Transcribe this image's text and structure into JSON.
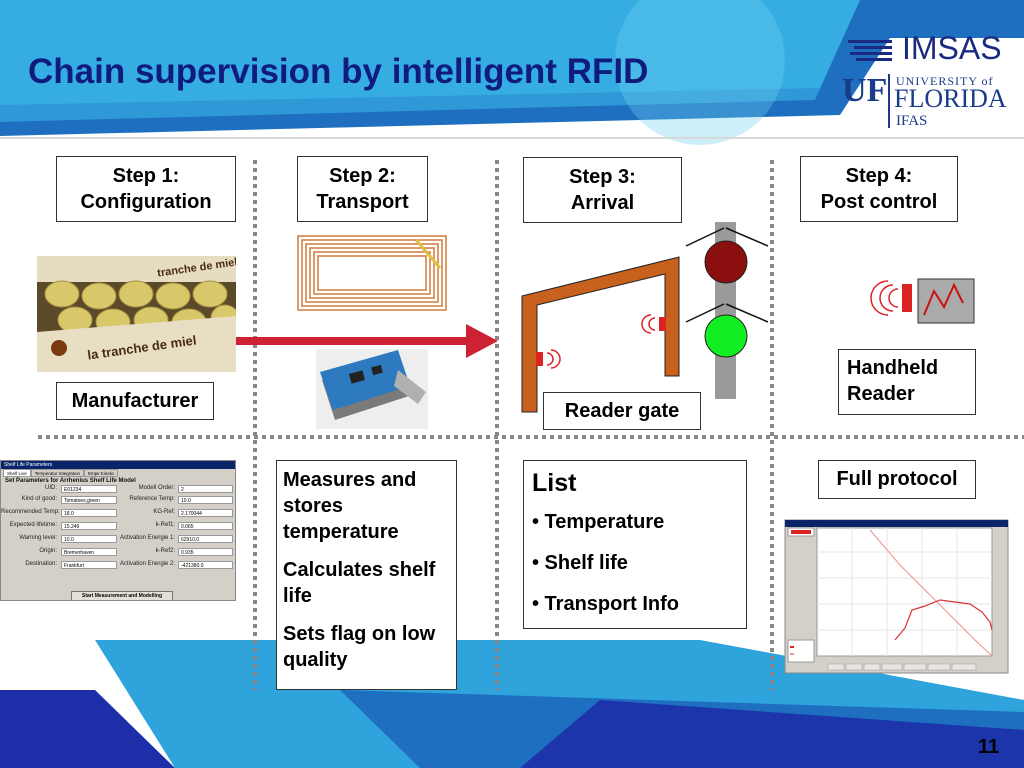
{
  "title": "Chain supervision by intelligent RFID",
  "logo": {
    "imsas": "IMSAS",
    "uf": "UF",
    "university_of": "UNIVERSITY of",
    "florida": "FLORIDA",
    "ifas": "IFAS"
  },
  "steps": [
    {
      "line1": "Step 1:",
      "line2": "Configuration"
    },
    {
      "line1": "Step 2:",
      "line2": "Transport"
    },
    {
      "line1": "Step 3:",
      "line2": "Arrival"
    },
    {
      "line1": "Step 4:",
      "line2": "Post control"
    }
  ],
  "labels": {
    "manufacturer": "Manufacturer",
    "reader_gate": "Reader gate",
    "handheld_line1": "Handheld",
    "handheld_line2": "Reader",
    "full_protocol": "Full protocol"
  },
  "transport_box": {
    "p1": "Measures and stores temperature",
    "p2": "Calculates shelf life",
    "p3": "Sets flag on low quality"
  },
  "arrival_box": {
    "heading": "List",
    "items": [
      "• Temperature",
      "• Shelf life",
      "• Transport Info"
    ]
  },
  "crate_text": {
    "top": "tranche de miel",
    "side": "la tranche de miel"
  },
  "config_window": {
    "title": "Shelf Life Parameters",
    "tabs": [
      "Shelf Live",
      "Temperatur Integration",
      "Empir.Kinetic"
    ],
    "heading": "Set Parameters for Arrhenius Shelf Life Model",
    "left_rows": [
      {
        "label": "UID:",
        "value": "E01234"
      },
      {
        "label": "Kind of good:",
        "value": "Tomatoes,green"
      },
      {
        "label": "Recommended Temp:",
        "value": "18.0"
      },
      {
        "label": "Expected lifetime:",
        "value": "15.249"
      },
      {
        "label": "Warning level:",
        "value": "10.0"
      },
      {
        "label": "Origin:",
        "value": "Bremerhaven"
      },
      {
        "label": "Destination:",
        "value": "Frankfurt"
      }
    ],
    "right_rows": [
      {
        "label": "Modell Order:",
        "value": "2"
      },
      {
        "label": "Reference Temp:",
        "value": "10.0"
      },
      {
        "label": "KG-Ref:",
        "value": "2.170044"
      },
      {
        "label": "k-Ref1:",
        "value": "0.065"
      },
      {
        "label": "Activation Energie 1:",
        "value": "62910.0"
      },
      {
        "label": "k-Ref2:",
        "value": "0.935"
      },
      {
        "label": "Activation Energie 2:",
        "value": "-421380.0"
      }
    ],
    "button": "Start Measurement and Modelling"
  },
  "page_number": "11"
}
